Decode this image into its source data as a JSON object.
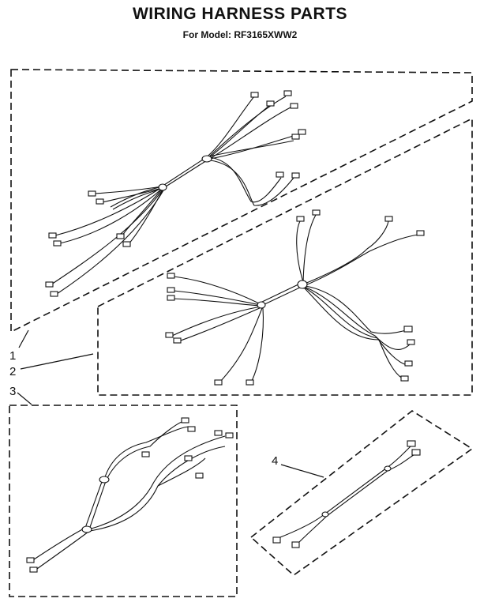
{
  "header": {
    "title": "WIRING HARNESS PARTS",
    "subtitle": "For Model: RF3165XWW2"
  },
  "callouts": [
    "1",
    "2",
    "3",
    "4"
  ]
}
